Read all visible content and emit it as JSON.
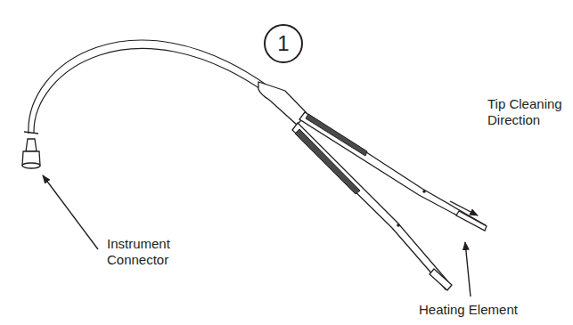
{
  "diagram": {
    "nodes": [
      {
        "text": [
          "1"
        ]
      }
    ],
    "labels": [
      "Instrument Connector",
      "Tip Cleaning Direction",
      "Heating Element"
    ]
  }
}
